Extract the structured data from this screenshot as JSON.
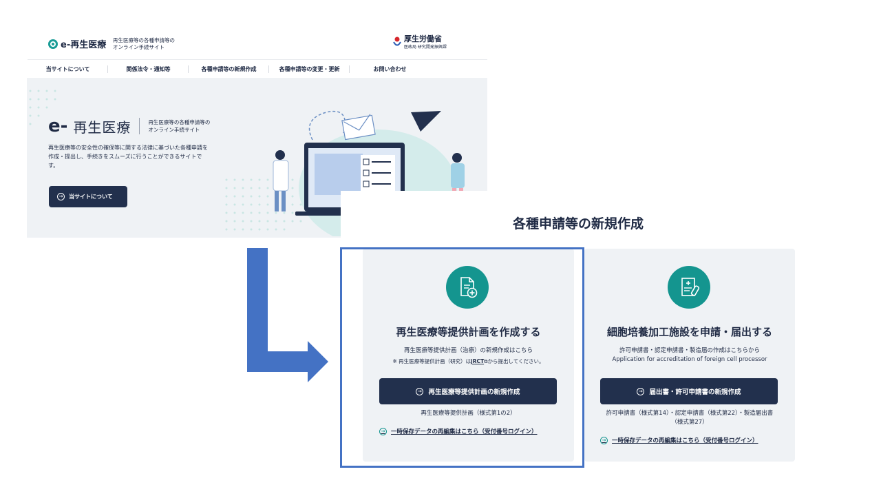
{
  "header": {
    "logo_text": "e-再生医療",
    "logo_sub_1": "再生医療等の各種申請等の",
    "logo_sub_2": "オンライン手続サイト",
    "ministry_name": "厚生労働省",
    "ministry_dept": "医政局 研究開発振興課"
  },
  "nav": {
    "items": [
      "当サイトについて",
      "関係法令・通知等",
      "各種申請等の新規作成",
      "各種申請等の変更・更新",
      "お問い合わせ"
    ]
  },
  "hero": {
    "title_e": "e-",
    "title_text": "再生医療",
    "title_sub_1": "再生医療等の各種申請等の",
    "title_sub_2": "オンライン手続サイト",
    "description": "再生医療等の安全性の確保等に関する法律に基づいた各種申請を作成・提出し、手続きをスムーズに行うことができるサイトです。",
    "button_label": "当サイトについて"
  },
  "section": {
    "title": "各種申請等の新規作成"
  },
  "card1": {
    "title": "再生医療等提供計画を作成する",
    "text": "再生医療等提供計画（治療）の新規作成はこちら",
    "note_prefix": "※ 再生医療等提供計画（研究）は",
    "note_link": "jRCT",
    "note_suffix": "から提出してください。",
    "button_label": "再生医療等提供計画の新規作成",
    "form_note": "再生医療等提供計画（様式第1の2）",
    "link_label": "一時保存データの再編集はこちら（受付番号ログイン）"
  },
  "card2": {
    "title": "細胞培養加工施設を申請・届出する",
    "text_1": "許可申請書・認定申請書・製造届の作成はこちらから",
    "text_2": "Application for accreditation of foreign cell processor",
    "button_label": "届出書・許可申請書の新規作成",
    "form_note_1": "許可申請書（様式第14）・認定申請書（様式第22）・製造届出書",
    "form_note_2": "（様式第27）",
    "link_label": "一時保存データの再編集はこちら（受付番号ログイン）"
  },
  "colors": {
    "navy": "#22304d",
    "teal": "#14958f",
    "arrow_blue": "#4472c4",
    "panel_bg": "#eff2f5"
  }
}
